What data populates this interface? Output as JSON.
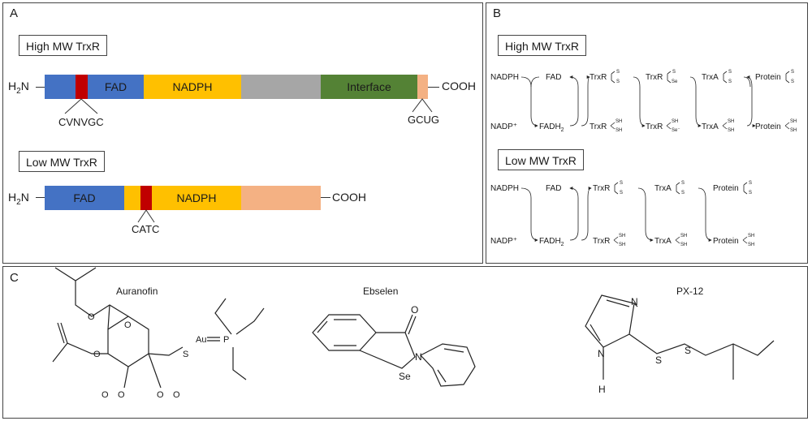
{
  "panels": {
    "a": {
      "label": "A",
      "high": {
        "title": "High MW TrxR",
        "n_term": "H",
        "n_sub": "2",
        "n_tail": "N",
        "c_term": "COOH",
        "seg_fad": "FAD",
        "seg_nadph": "NADPH",
        "seg_interface": "Interface",
        "motif1": "CVNVGC",
        "motif2": "GCUG"
      },
      "low": {
        "title": "Low MW TrxR",
        "n_term": "H",
        "n_sub": "2",
        "n_tail": "N",
        "c_term": "COOH",
        "seg_fad": "FAD",
        "seg_nadph": "NADPH",
        "motif1": "CATC"
      },
      "colors": {
        "fad": "#4472c4",
        "motif": "#c00000",
        "nadph": "#ffc000",
        "gray": "#a6a6a6",
        "interface": "#548235",
        "peach": "#f4b183"
      }
    },
    "b": {
      "label": "B",
      "high": {
        "title": "High MW TrxR",
        "top": [
          "NADPH",
          "FAD",
          "TrxR",
          "TrxR",
          "TrxA",
          "Protein"
        ],
        "bottom": [
          "NADP⁺",
          "FADH",
          "TrxR",
          "TrxR",
          "TrxA",
          "Protein"
        ],
        "fadh_sub": "2",
        "s": "S",
        "se": "Se",
        "sh": "SH",
        "se_minus": "Se⁻"
      },
      "low": {
        "title": "Low MW TrxR",
        "top": [
          "NADPH",
          "FAD",
          "TrxR",
          "TrxA",
          "Protein"
        ],
        "bottom": [
          "NADP⁺",
          "FADH",
          "TrxR",
          "TrxA",
          "Protein"
        ],
        "fadh_sub": "2",
        "s": "S",
        "sh": "SH"
      }
    },
    "c": {
      "label": "C",
      "auranofin": {
        "name": "Auranofin",
        "au": "Au",
        "p": "P",
        "s": "S",
        "o": "O"
      },
      "ebselen": {
        "name": "Ebselen",
        "o": "O",
        "n": "N",
        "se": "Se"
      },
      "px12": {
        "name": "PX-12",
        "n": "N",
        "nh_n": "N",
        "h": "H",
        "s": "S"
      }
    }
  }
}
